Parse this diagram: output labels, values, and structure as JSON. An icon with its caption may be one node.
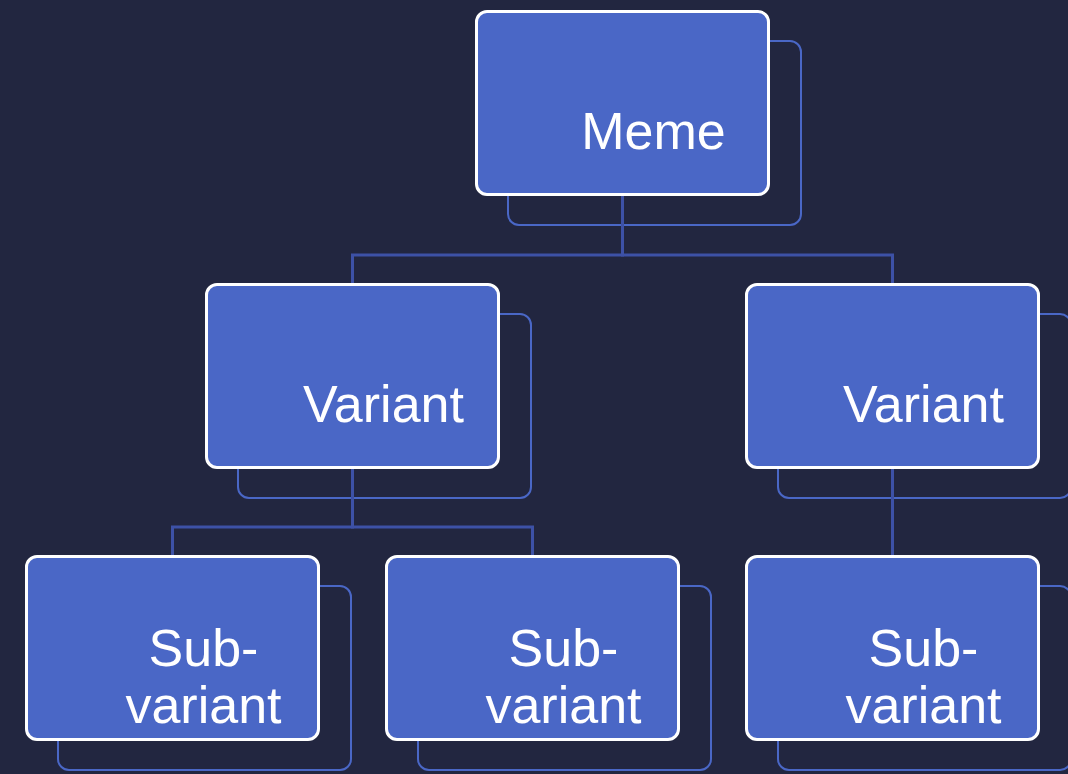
{
  "diagram": {
    "nodes": [
      {
        "text": [
          "Meme"
        ]
      },
      {
        "text": [
          "Variant"
        ]
      },
      {
        "text": [
          "Variant"
        ]
      },
      {
        "text": [
          "Sub-variant"
        ]
      },
      {
        "text": [
          "Sub-variant"
        ]
      },
      {
        "text": [
          "Sub-variant"
        ]
      }
    ],
    "edges": [
      {
        "from": 0,
        "to": 1,
        "arrow": "none"
      },
      {
        "from": 0,
        "to": 2,
        "arrow": "none"
      },
      {
        "from": 1,
        "to": 3,
        "arrow": "none"
      },
      {
        "from": 1,
        "to": 4,
        "arrow": "none"
      },
      {
        "from": 2,
        "to": 5,
        "arrow": "none"
      }
    ]
  }
}
